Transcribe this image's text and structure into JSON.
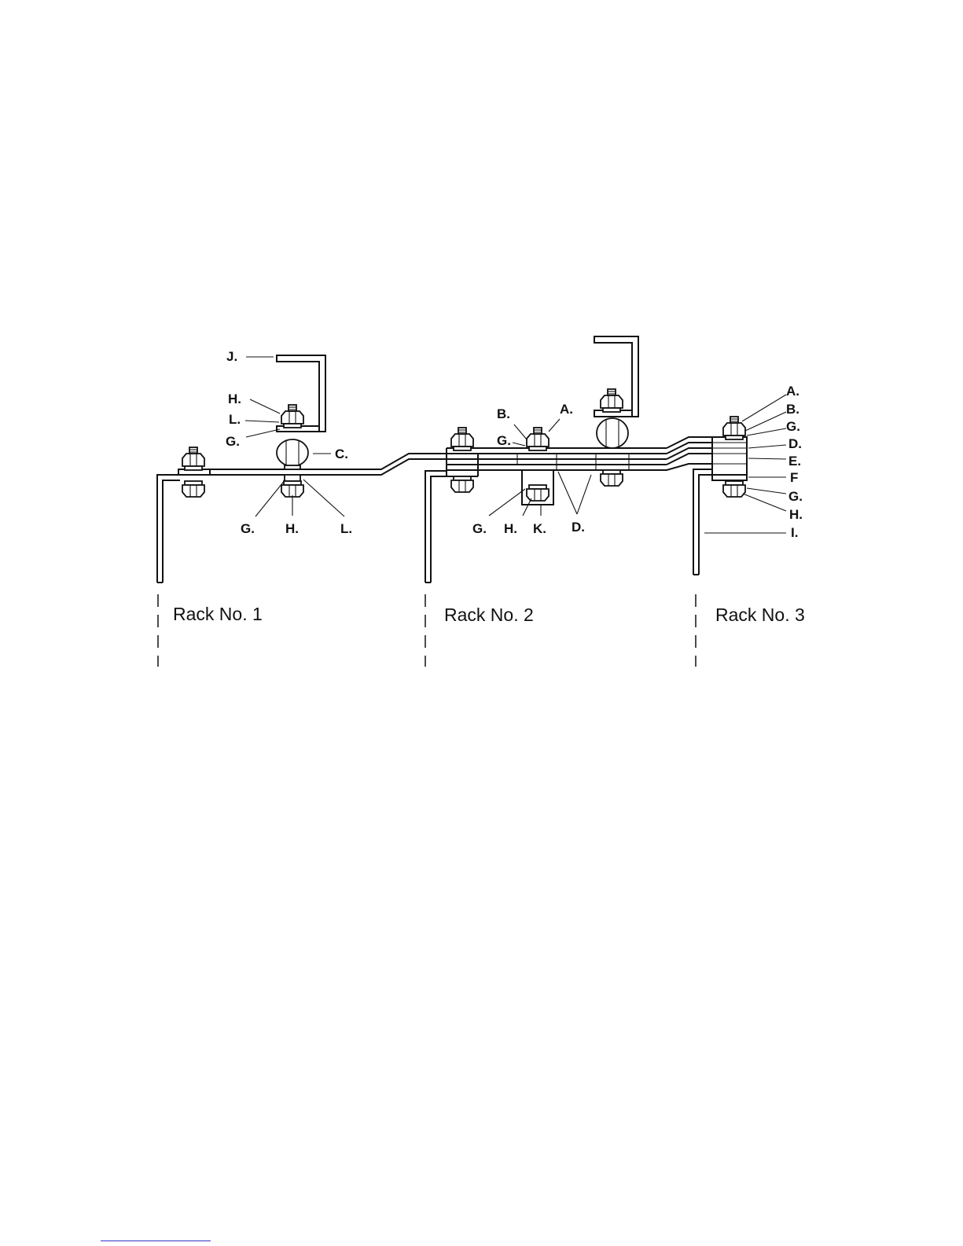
{
  "figure": {
    "part_labels": {
      "j_r1": "J.",
      "h_top_r1": "H.",
      "l_top_r1": "L.",
      "g_top_r1": "G.",
      "c_r1": "C.",
      "g_bot_r1": "G.",
      "h_bot_r1": "H.",
      "l_bot_r1": "L.",
      "b_r2": "B.",
      "g_r2": "G.",
      "a_r2": "A.",
      "g_bot_r2": "G.",
      "h_bot_r2": "H.",
      "k_r2": "K.",
      "d_r2": "D.",
      "a_r3": "A.",
      "b_r3": "B.",
      "g_top_r3": "G.",
      "d_r3": "D.",
      "e_r3": "E.",
      "f_r3": "F",
      "g_bot_r3": "G.",
      "h_r3": "H.",
      "i_r3": "I."
    },
    "racks": [
      "Rack No. 1",
      "Rack No. 2",
      "Rack No. 3"
    ]
  },
  "colors": {
    "ink": "#111111",
    "background": "#ffffff",
    "footer_link": "#3333cc"
  }
}
